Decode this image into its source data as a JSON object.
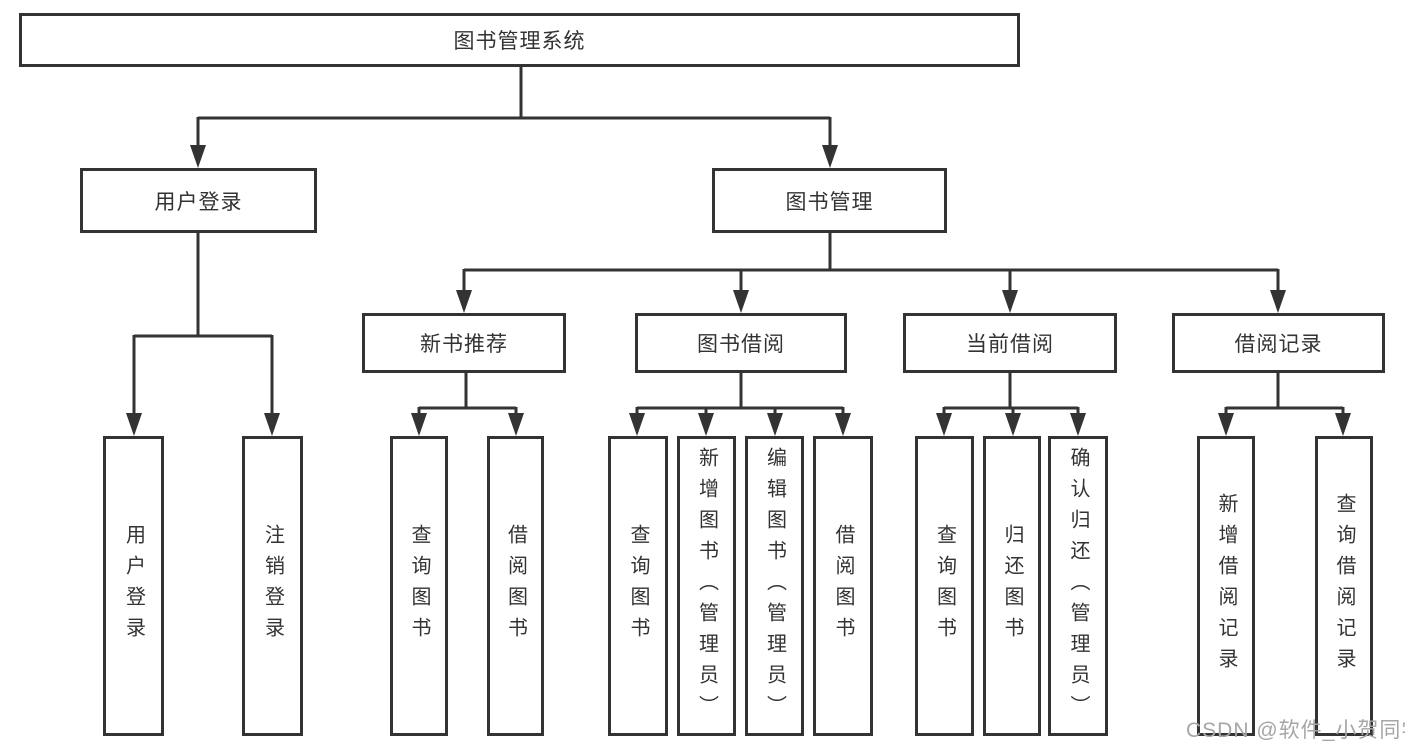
{
  "tree": {
    "root": {
      "label": "图书管理系统",
      "children": [
        {
          "label": "用户登录",
          "children": [
            {
              "label": "用户登录"
            },
            {
              "label": "注销登录"
            }
          ]
        },
        {
          "label": "图书管理",
          "children": [
            {
              "label": "新书推荐",
              "children": [
                {
                  "label": "查询图书"
                },
                {
                  "label": "借阅图书"
                }
              ]
            },
            {
              "label": "图书借阅",
              "children": [
                {
                  "label": "查询图书"
                },
                {
                  "label": "新增图书（管理员）"
                },
                {
                  "label": "编辑图书（管理员）"
                },
                {
                  "label": "借阅图书"
                }
              ]
            },
            {
              "label": "当前借阅",
              "children": [
                {
                  "label": "查询图书"
                },
                {
                  "label": "归还图书"
                },
                {
                  "label": "确认归还（管理员）"
                }
              ]
            },
            {
              "label": "借阅记录",
              "children": [
                {
                  "label": "新增借阅记录"
                },
                {
                  "label": "查询借阅记录"
                }
              ]
            }
          ]
        }
      ]
    }
  },
  "watermark": {
    "text": "CSDN @软件_小贺同学"
  },
  "colors": {
    "line": "#333333",
    "text": "#333333",
    "background": "#ffffff",
    "watermark": "#a6a6a6"
  }
}
